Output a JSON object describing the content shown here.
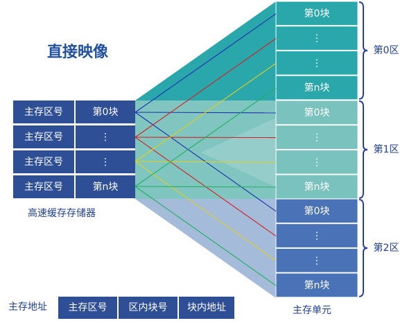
{
  "title": "直接映像",
  "cache": {
    "caption": "高速缓存存储器",
    "rows": [
      {
        "left": "主存区号",
        "right": "第0块"
      },
      {
        "left": "主存区号",
        "right": "⋮"
      },
      {
        "left": "主存区号",
        "right": "⋮"
      },
      {
        "left": "主存区号",
        "right": "第n块"
      }
    ]
  },
  "main_memory": {
    "caption": "主存单元",
    "zones": [
      {
        "label": "第0区",
        "color": "#2aa7ab",
        "blocks": [
          "第0块",
          "⋮",
          "⋮",
          "第n块"
        ]
      },
      {
        "label": "第1区",
        "color": "#79c2bd",
        "blocks": [
          "第0块",
          "⋮",
          "⋮",
          "第n块"
        ]
      },
      {
        "label": "第2区",
        "color": "#4a72b6",
        "blocks": [
          "第0块",
          "⋮",
          "⋮",
          "第n块"
        ]
      }
    ]
  },
  "address": {
    "label": "主存地址",
    "fields": [
      "主存区号",
      "区内块号",
      "块内地址"
    ]
  },
  "colors": {
    "cache_cell": "#2e4f96",
    "address_cell": "#2e4f96",
    "title": "#1f4fa0",
    "brace": "#2b3f9a",
    "line_blue": "#1a2fb0",
    "line_red": "#d42020",
    "line_yellow": "#e0d020",
    "line_green": "#20b060"
  }
}
